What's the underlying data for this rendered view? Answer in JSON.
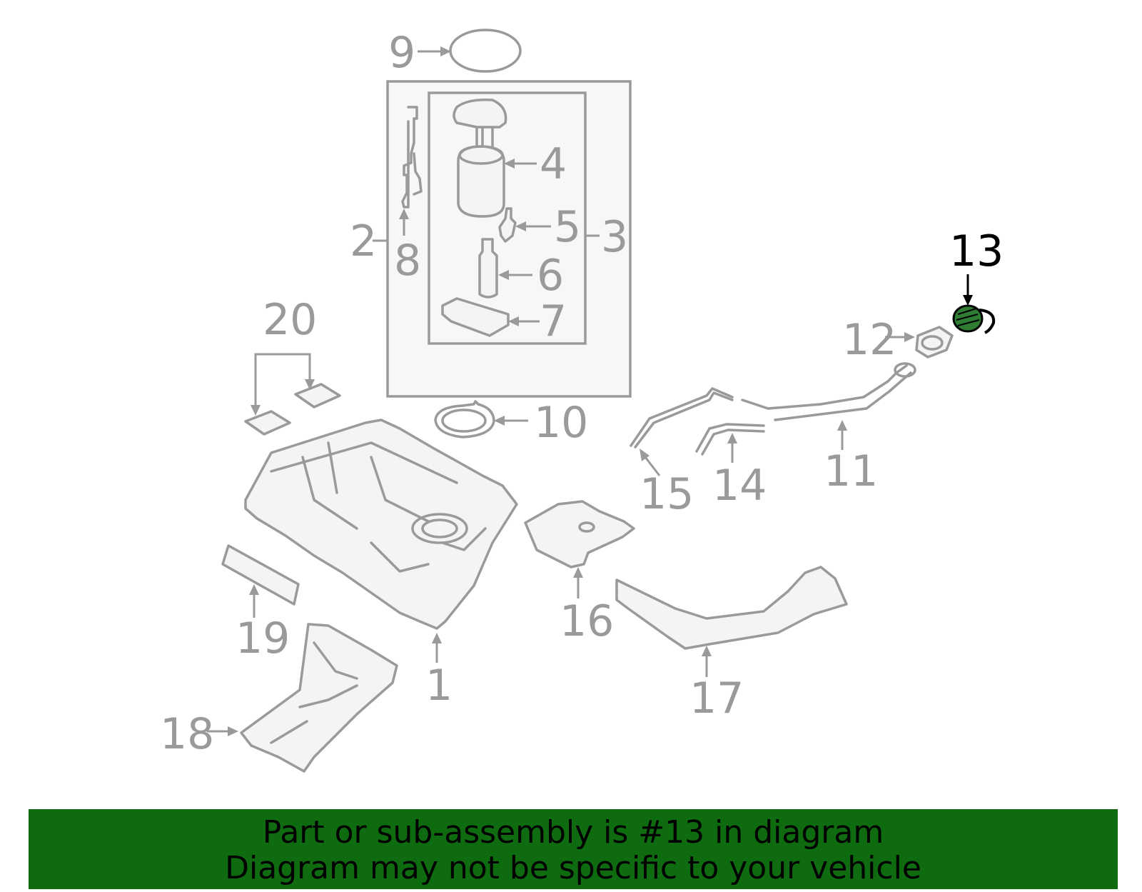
{
  "callouts": {
    "c1": "1",
    "c2": "2",
    "c3": "3",
    "c4": "4",
    "c5": "5",
    "c6": "6",
    "c7": "7",
    "c8": "8",
    "c9": "9",
    "c10": "10",
    "c11": "11",
    "c12": "12",
    "c13": "13",
    "c14": "14",
    "c15": "15",
    "c16": "16",
    "c17": "17",
    "c18": "18",
    "c19": "19",
    "c20": "20"
  },
  "highlight": {
    "part_number": "13",
    "color": "#2e7d32"
  },
  "banner": {
    "line1": "Part or sub-assembly is #13 in diagram",
    "line2": "Diagram may not be specific to your vehicle",
    "background": "#0f6b0f"
  }
}
